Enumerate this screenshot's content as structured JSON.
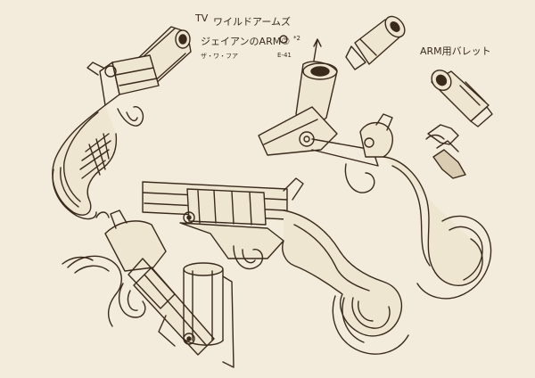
{
  "sheet": {
    "title_mark": "TV",
    "title": "ワイルドアームズ",
    "subtitle": "ジェイアンのARM②",
    "code_left": "ザ・ワ・フア",
    "code_right": "E-41",
    "note": "*2",
    "bullet_label": "ARM用バレット"
  },
  "colors": {
    "paper": "#f3ecdc",
    "ink": "#3a2a1c",
    "shade": "#d9ccb2"
  }
}
